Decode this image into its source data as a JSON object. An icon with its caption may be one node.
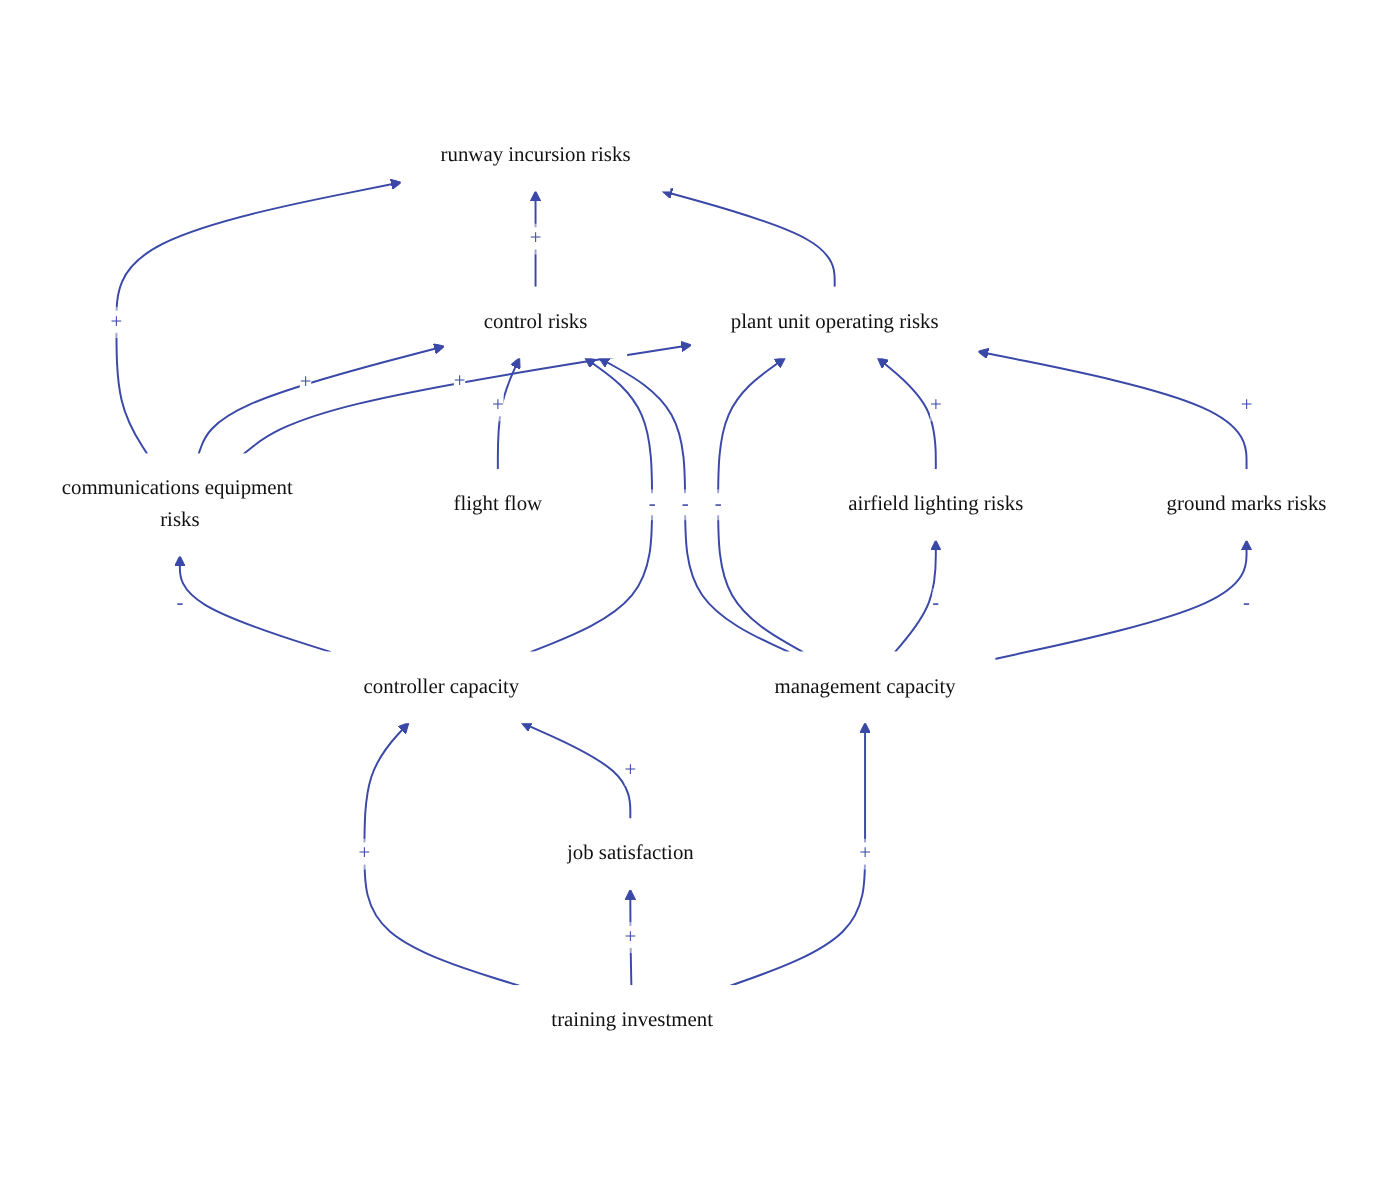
{
  "diagram": {
    "nodes": [
      {
        "text": [
          "runway incursion risks"
        ]
      },
      {
        "text": [
          "communications equipment risks"
        ]
      },
      {
        "text": [
          "control risks"
        ]
      },
      {
        "text": [
          "plant unit operating risks"
        ]
      },
      {
        "text": [
          "flight flow"
        ]
      },
      {
        "text": [
          "airfield lighting risks"
        ]
      },
      {
        "text": [
          "controller capacity"
        ]
      },
      {
        "text": [
          "ground marks risks"
        ]
      },
      {
        "text": [
          "job satisfaction"
        ]
      },
      {
        "text": [
          "training investment"
        ]
      },
      {
        "text": [
          "management capacity"
        ]
      }
    ],
    "edges": [
      {
        "from": 2,
        "to": 0,
        "arrow": "to",
        "label": "+"
      },
      {
        "from": 1,
        "to": 0,
        "arrow": "to",
        "label": "+"
      },
      {
        "from": 3,
        "to": 0,
        "arrow": "to"
      },
      {
        "from": 1,
        "to": 2,
        "arrow": "to",
        "label": "+"
      },
      {
        "from": 1,
        "to": 3,
        "arrow": "to",
        "label": "+"
      },
      {
        "from": 6,
        "to": 1,
        "arrow": "to",
        "label": "-"
      },
      {
        "from": 4,
        "to": 2,
        "arrow": "to",
        "label": "+"
      },
      {
        "from": 6,
        "to": 2,
        "arrow": "to",
        "label": "-"
      },
      {
        "from": 10,
        "to": 2,
        "arrow": "to",
        "label": "-"
      },
      {
        "from": 5,
        "to": 3,
        "arrow": "to",
        "label": "+"
      },
      {
        "from": 7,
        "to": 3,
        "arrow": "to",
        "label": "+"
      },
      {
        "from": 10,
        "to": 3,
        "arrow": "to",
        "label": "-"
      },
      {
        "from": 10,
        "to": 5,
        "arrow": "to",
        "label": "-"
      },
      {
        "from": 10,
        "to": 7,
        "arrow": "to",
        "label": "-"
      },
      {
        "from": 8,
        "to": 6,
        "arrow": "to",
        "label": "+"
      },
      {
        "from": 9,
        "to": 6,
        "arrow": "to",
        "label": "+"
      },
      {
        "from": 9,
        "to": 8,
        "arrow": "to",
        "label": "+"
      },
      {
        "from": 9,
        "to": 10,
        "arrow": "to",
        "label": "+"
      }
    ]
  }
}
